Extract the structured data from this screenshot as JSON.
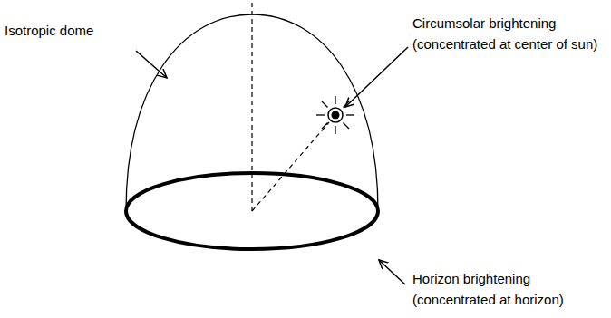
{
  "diagram": {
    "labels": [
      "Isotropic dome",
      "Circumsolar brightening (concentrated at center of sun)",
      "Horizon brightening (concentrated at horizon)"
    ]
  }
}
